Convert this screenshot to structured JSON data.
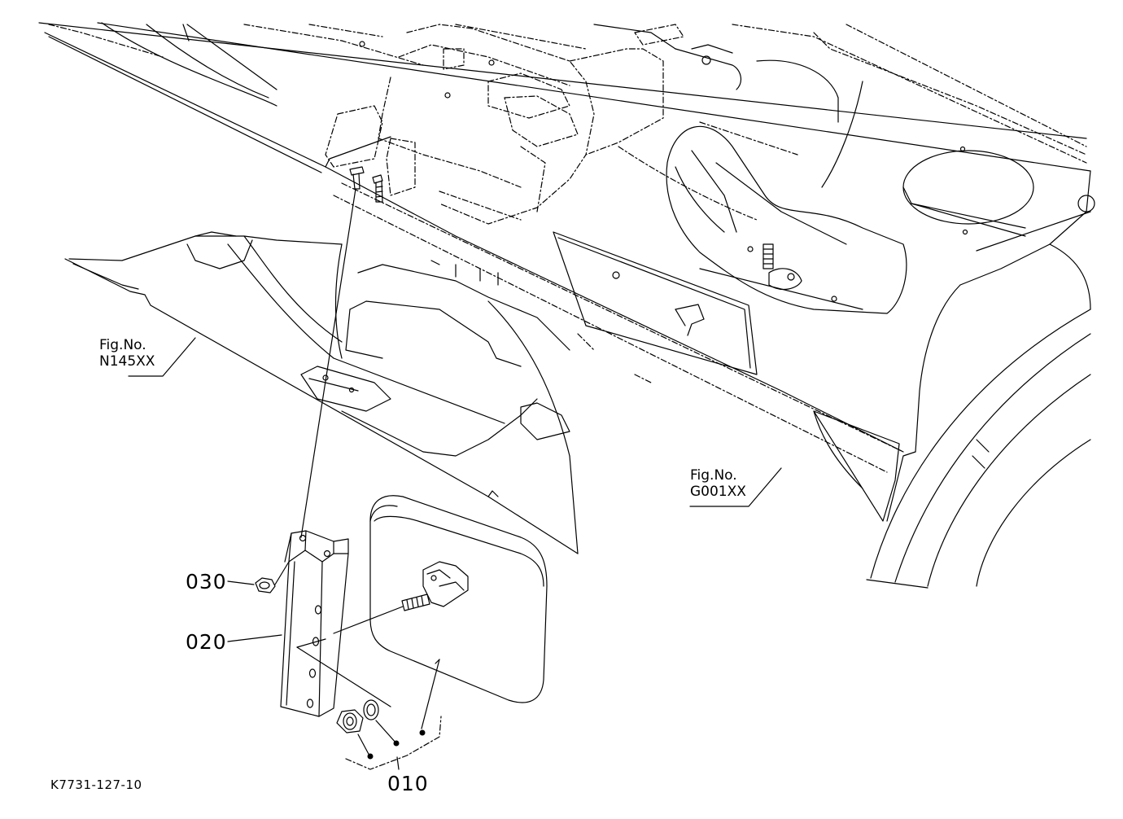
{
  "figure_refs": [
    {
      "id": "n145",
      "line1": "Fig.No.",
      "line2": "N145XX"
    },
    {
      "id": "g001",
      "line1": "Fig.No.",
      "line2": "G001XX"
    }
  ],
  "parts": [
    {
      "id": "p030",
      "number": "030"
    },
    {
      "id": "p020",
      "number": "020"
    },
    {
      "id": "p010",
      "number": "010"
    }
  ],
  "drawing_code": "K7731-127-10",
  "colors": {
    "line": "#000000",
    "background": "#ffffff"
  }
}
